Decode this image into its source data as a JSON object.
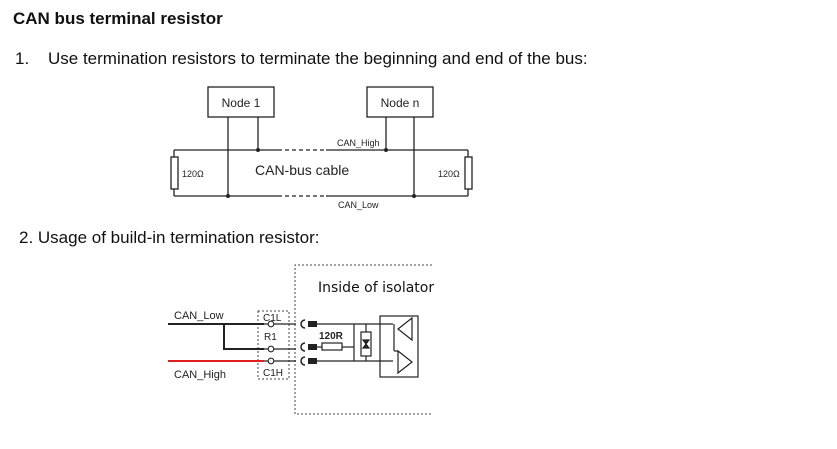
{
  "title": "CAN bus terminal resistor",
  "step1": {
    "number": "1.",
    "text": "Use termination resistors to terminate the beginning and end of the bus:"
  },
  "step2": {
    "text": "2.  Usage of build-in termination resistor:"
  },
  "diagram1": {
    "node_left": "Node 1",
    "node_right": "Node n",
    "can_high": "CAN_High",
    "can_low": "CAN_Low",
    "cable": "CAN-bus cable",
    "res_left": "120Ω",
    "res_right": "120Ω"
  },
  "diagram2": {
    "isolator_label": "Inside of isolator",
    "can_low": "CAN_Low",
    "can_high": "CAN_High",
    "pin_c1l": "C1L",
    "pin_r1": "R1",
    "pin_c1h": "C1H",
    "resistor": "120R",
    "high_wire_color": "#e0201e"
  }
}
